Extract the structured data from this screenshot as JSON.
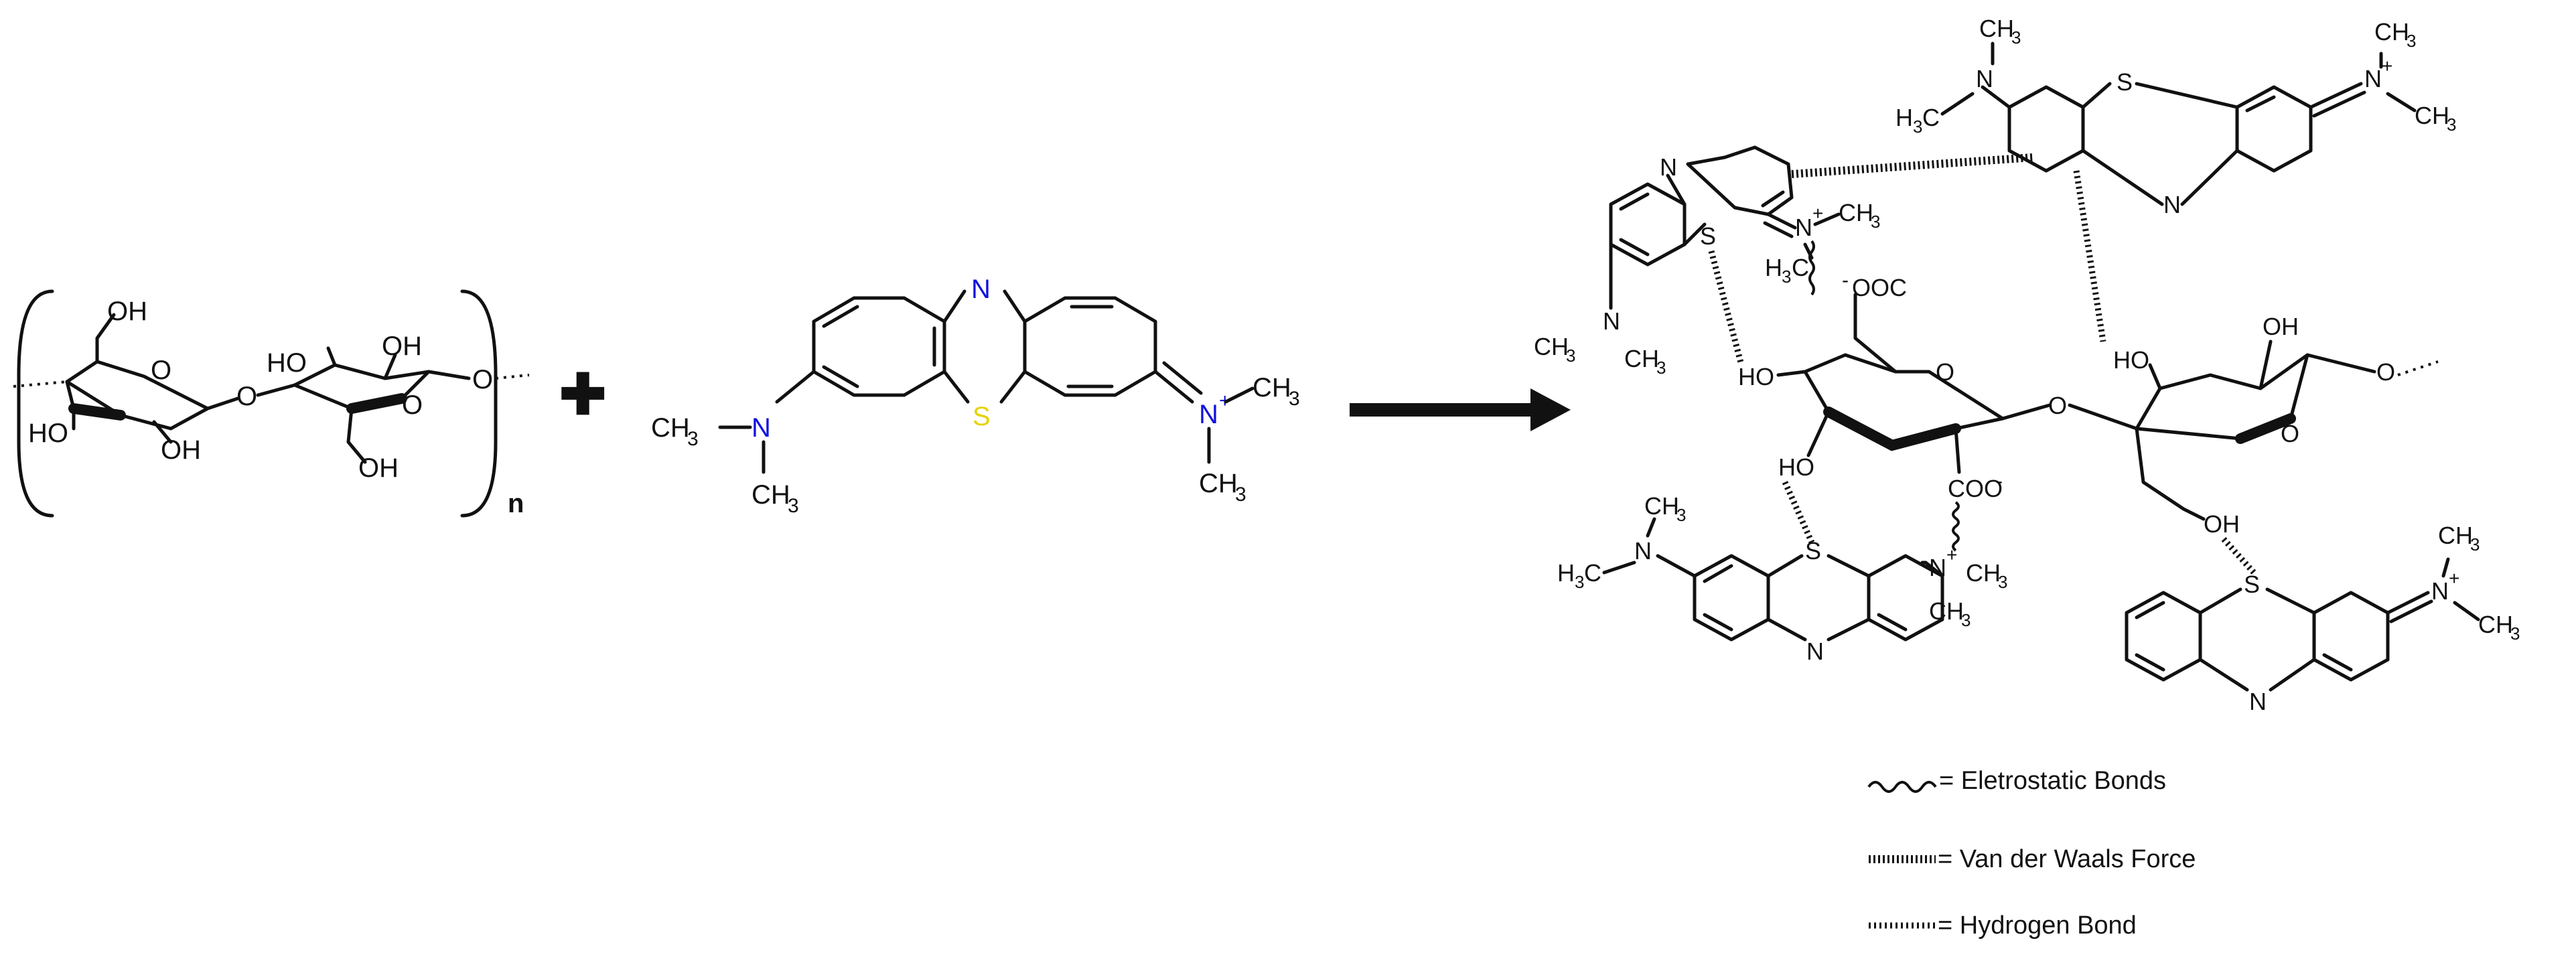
{
  "colors": {
    "ink": "#111111",
    "nitrogen": "#1010e0",
    "sulfur": "#e6d200",
    "background": "#ffffff"
  },
  "reactant_cellulose": {
    "hydroxyl": "OH",
    "oxygen": "O",
    "ring_hydroxyl": "HO",
    "repeat_subscript": "n"
  },
  "plus_sign": "✚",
  "reactant_methylene_blue": {
    "ring_nitrogen": "N",
    "sulfur": "S",
    "amine_nitrogen": "N",
    "iminium_nitrogen": "N",
    "charge": "+",
    "methyl_left_top": "CH",
    "methyl_left_bottom": "CH",
    "methyl_right_top": "CH",
    "methyl_right_bottom": "CH",
    "subscript_three": "3"
  },
  "product": {
    "ring_nitrogen": "N",
    "sulfur": "S",
    "iminium": "N",
    "charge": "+",
    "methyl": "CH",
    "methyl_prefix": "H",
    "subscript_three": "3",
    "carboxylate_top": "OOC",
    "carboxylate_minus": "-",
    "carboxylate_right": "COO",
    "hydroxyl_right": "OH",
    "hydroxyl_left": "HO",
    "hydroxyl_bottom": "HO",
    "oxygen": "O"
  },
  "legend": [
    {
      "symbol": "wavy",
      "label": "= Eletrostatic Bonds"
    },
    {
      "symbol": "vdw",
      "label": "= Van der Waals Force"
    },
    {
      "symbol": "hbond",
      "label": "= Hydrogen Bond"
    }
  ]
}
